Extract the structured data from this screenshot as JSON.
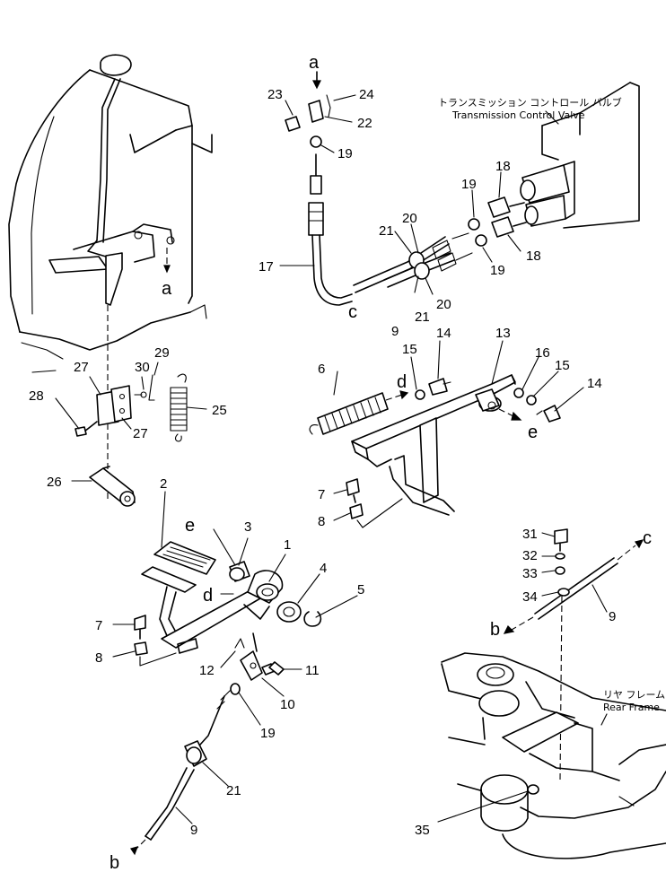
{
  "callouts": {
    "n1": "1",
    "n2": "2",
    "n3": "3",
    "n4": "4",
    "n5": "5",
    "n6": "6",
    "n7a": "7",
    "n7b": "7",
    "n8a": "8",
    "n8b": "8",
    "n9a": "9",
    "n9b": "9",
    "n9c": "9",
    "n10": "10",
    "n11": "11",
    "n12": "12",
    "n13": "13",
    "n14a": "14",
    "n14b": "14",
    "n15a": "15",
    "n15b": "15",
    "n16": "16",
    "n17": "17",
    "n18a": "18",
    "n18b": "18",
    "n19a": "19",
    "n19b": "19",
    "n19c": "19",
    "n19d": "19",
    "n20a": "20",
    "n20b": "20",
    "n21a": "21",
    "n21b": "21",
    "n21c": "21",
    "n22": "22",
    "n23": "23",
    "n24": "24",
    "n25": "25",
    "n26": "26",
    "n27a": "27",
    "n27b": "27",
    "n28": "28",
    "n29": "29",
    "n30": "30",
    "n31": "31",
    "n32": "32",
    "n33": "33",
    "n34": "34",
    "n35": "35"
  },
  "letters": {
    "a1": "a",
    "a2": "a",
    "b1": "b",
    "b2": "b",
    "c1": "c",
    "c2": "c",
    "d1": "d",
    "d2": "d",
    "e1": "e",
    "e2": "e"
  },
  "captions": {
    "tcv_jp": "トランスミッション コントロール バルブ",
    "tcv_en": "Transmission Control Valve",
    "rf_jp": "リヤ フレーム",
    "rf_en": "Rear Frame"
  }
}
